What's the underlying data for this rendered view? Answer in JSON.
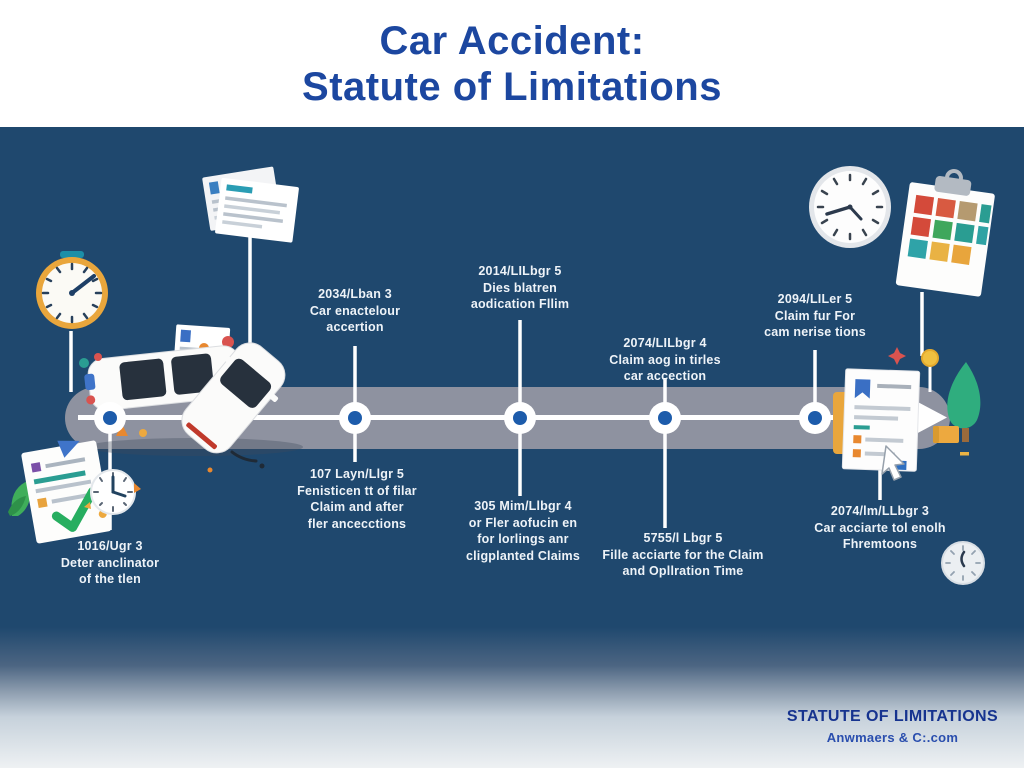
{
  "title": {
    "line1": "Car Accident:",
    "line2": "Statute of Limitations"
  },
  "footer": {
    "line1": "STATUTE OF LIMITATIONS",
    "line2": "Anwmaers & C:.com"
  },
  "timeline": {
    "milestones": [
      {
        "label_above": "",
        "label_below": "1016/Ugr 3\nDeter anclinator\nof the tlen"
      },
      {
        "label_above": "2034/Lban 3\nCar enactelour\naccertion",
        "label_below": "107 Layn/Llgr 5\nFenisticen tt of filar\nClaim and after\nfler ancecctions"
      },
      {
        "label_above": "2014/LILbgr 5\nDies blatren\naodication Fllim",
        "label_below": "305 Mim/Llbgr 4\nor Fler aofucin en\nfor lorlings anr\ncligplanted Claims"
      },
      {
        "label_above": "2074/LILbgr 4\nClaim aog in tirles\ncar accection",
        "label_below": "5755/l Lbgr 5\nFille acciarte for the Claim\nand Opllration Time"
      },
      {
        "label_above": "2094/LILer 5\nClaim fur For\ncam nerise tions",
        "label_below": "2074/lm/LLbgr 3\nCar acciarte tol enolh\nFhremtoons"
      }
    ]
  },
  "icons": [
    "stopwatch-icon",
    "report-documents-icon",
    "crashed-cars-icon",
    "checklist-icon",
    "small-clock-icon",
    "wall-clock-icon",
    "calendar-clipboard-icon",
    "claim-folder-document-icon",
    "mouse-cursor-icon",
    "tree-icon",
    "pin-icon",
    "star-icon",
    "bottom-clock-icon",
    "arrow-right-icon"
  ],
  "colors": {
    "background_navy": "#1f486e",
    "title_blue": "#1c47a0",
    "band_gray": "#8e92a0",
    "dot_blue": "#1d5cab",
    "accent_orange": "#e9a63c",
    "accent_teal": "#2a9d92",
    "accent_green": "#27ae60",
    "accent_red": "#d44a3a",
    "white": "#ffffff"
  }
}
